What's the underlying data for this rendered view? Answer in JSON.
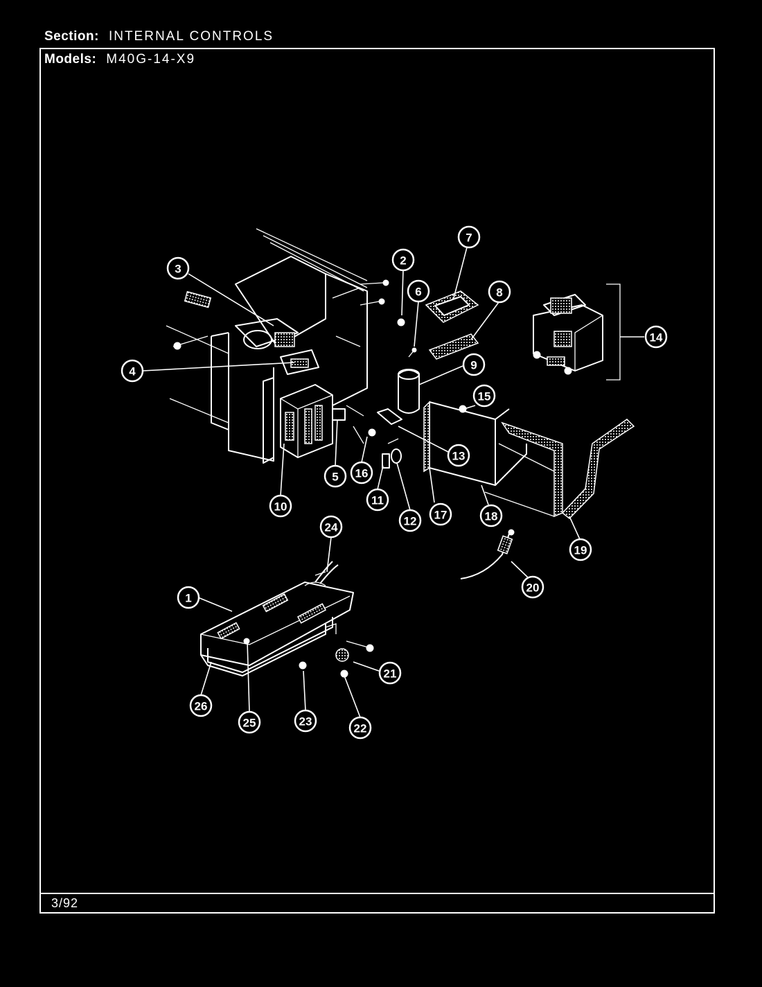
{
  "header": {
    "section_label": "Section:",
    "section_value": "INTERNAL CONTROLS",
    "models_label": "Models:",
    "models_value": "M40G-14-X9"
  },
  "footer": {
    "date": "3/92"
  },
  "callouts": [
    {
      "id": "1",
      "label": "1"
    },
    {
      "id": "2",
      "label": "2"
    },
    {
      "id": "3",
      "label": "3"
    },
    {
      "id": "4",
      "label": "4"
    },
    {
      "id": "5",
      "label": "5"
    },
    {
      "id": "6",
      "label": "6"
    },
    {
      "id": "7",
      "label": "7"
    },
    {
      "id": "8",
      "label": "8"
    },
    {
      "id": "9",
      "label": "9"
    },
    {
      "id": "10",
      "label": "10"
    },
    {
      "id": "11",
      "label": "11"
    },
    {
      "id": "12",
      "label": "12"
    },
    {
      "id": "13",
      "label": "13"
    },
    {
      "id": "14",
      "label": "14"
    },
    {
      "id": "15",
      "label": "15"
    },
    {
      "id": "16",
      "label": "16"
    },
    {
      "id": "17",
      "label": "17"
    },
    {
      "id": "18",
      "label": "18"
    },
    {
      "id": "19",
      "label": "19"
    },
    {
      "id": "20",
      "label": "20"
    },
    {
      "id": "21",
      "label": "21"
    },
    {
      "id": "22",
      "label": "22"
    },
    {
      "id": "23",
      "label": "23"
    },
    {
      "id": "24",
      "label": "24"
    },
    {
      "id": "25",
      "label": "25"
    },
    {
      "id": "26",
      "label": "26"
    }
  ]
}
